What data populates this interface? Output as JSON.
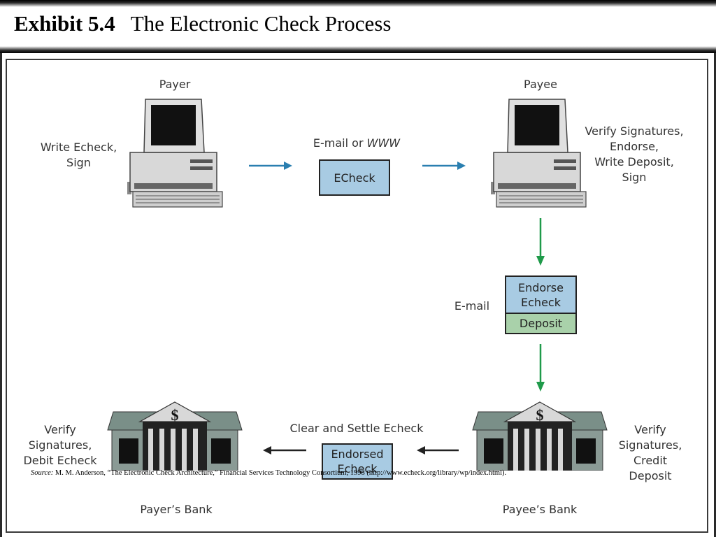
{
  "header": {
    "exhibit": "Exhibit 5.4",
    "title": "The Electronic Check Process"
  },
  "diagram": {
    "payer": {
      "title": "Payer",
      "action": "Write Echeck,\nSign"
    },
    "channel_top": {
      "prefix": "E-mail or ",
      "suffix": "WWW",
      "box": "ECheck"
    },
    "payee": {
      "title": "Payee",
      "action": "Verify Signatures,\nEndorse,\nWrite Deposit,\nSign"
    },
    "channel_mid": {
      "label": "E-mail",
      "box_top": "Endorse\nEcheck",
      "box_bottom": "Deposit"
    },
    "payee_bank": {
      "title": "Payee’s Bank",
      "action": "Verify\nSignatures,\nCredit Deposit",
      "symbol": "$"
    },
    "channel_bottom": {
      "label": "Clear and Settle Echeck",
      "box": "Endorsed\nEcheck"
    },
    "payer_bank": {
      "title": "Payer’s Bank",
      "action": "Verify\nSignatures,\nDebit Echeck",
      "symbol": "$"
    }
  },
  "source": {
    "prefix": "Source:",
    "text": " M. M. Anderson, “The Electronic Check Architecture,” Financial Services Technology Consortium, 1998 (http://www.echeck.org/library/wp/index.html)."
  },
  "colors": {
    "box_blue": "#a8cbe3",
    "box_green": "#a9d1aa",
    "arrow_blue": "#2a7fb0",
    "arrow_green": "#1f9a4a",
    "arrow_black": "#222222"
  }
}
